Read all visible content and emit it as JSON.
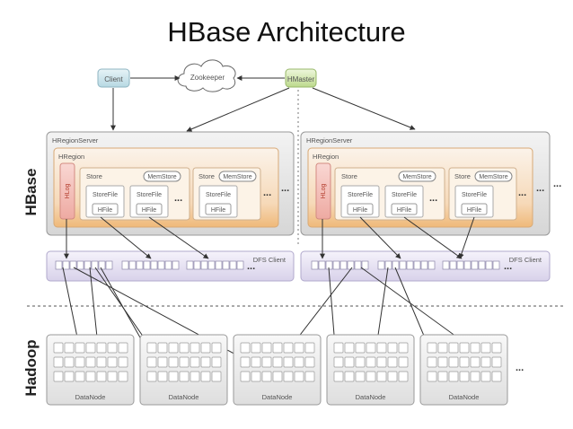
{
  "title": "HBase Architecture",
  "components": {
    "client": "Client",
    "zookeeper": "Zookeeper",
    "hmaster": "HMaster"
  },
  "region_servers": [
    {
      "label": "HRegionServer",
      "region_label": "HRegion",
      "hlog": "HLog",
      "stores": [
        {
          "label": "Store",
          "memstore": "MemStore",
          "storefiles": [
            "StoreFile",
            "StoreFile"
          ],
          "hfiles": [
            "HFile",
            "HFile"
          ],
          "more": "..."
        },
        {
          "label": "Store",
          "memstore": "MemStore",
          "storefiles": [
            "StoreFile"
          ],
          "hfiles": [
            "HFile"
          ],
          "more": "..."
        }
      ],
      "dfs_client": "DFS Client"
    },
    {
      "label": "HRegionServer",
      "region_label": "HRegion",
      "hlog": "HLog",
      "stores": [
        {
          "label": "Store",
          "memstore": "MemStore",
          "storefiles": [
            "StoreFile",
            "StoreFile"
          ],
          "hfiles": [
            "HFile",
            "HFile"
          ],
          "more": "..."
        },
        {
          "label": "Store",
          "memstore": "MemStore",
          "storefiles": [
            "StoreFile"
          ],
          "hfiles": [
            "HFile"
          ],
          "more": "..."
        }
      ],
      "dfs_client": "DFS Client"
    }
  ],
  "side_labels": {
    "hbase": "HBase",
    "hadoop": "Hadoop"
  },
  "datanodes": [
    "DataNode",
    "DataNode",
    "DataNode",
    "DataNode",
    "DataNode"
  ],
  "ellipsis": "..."
}
